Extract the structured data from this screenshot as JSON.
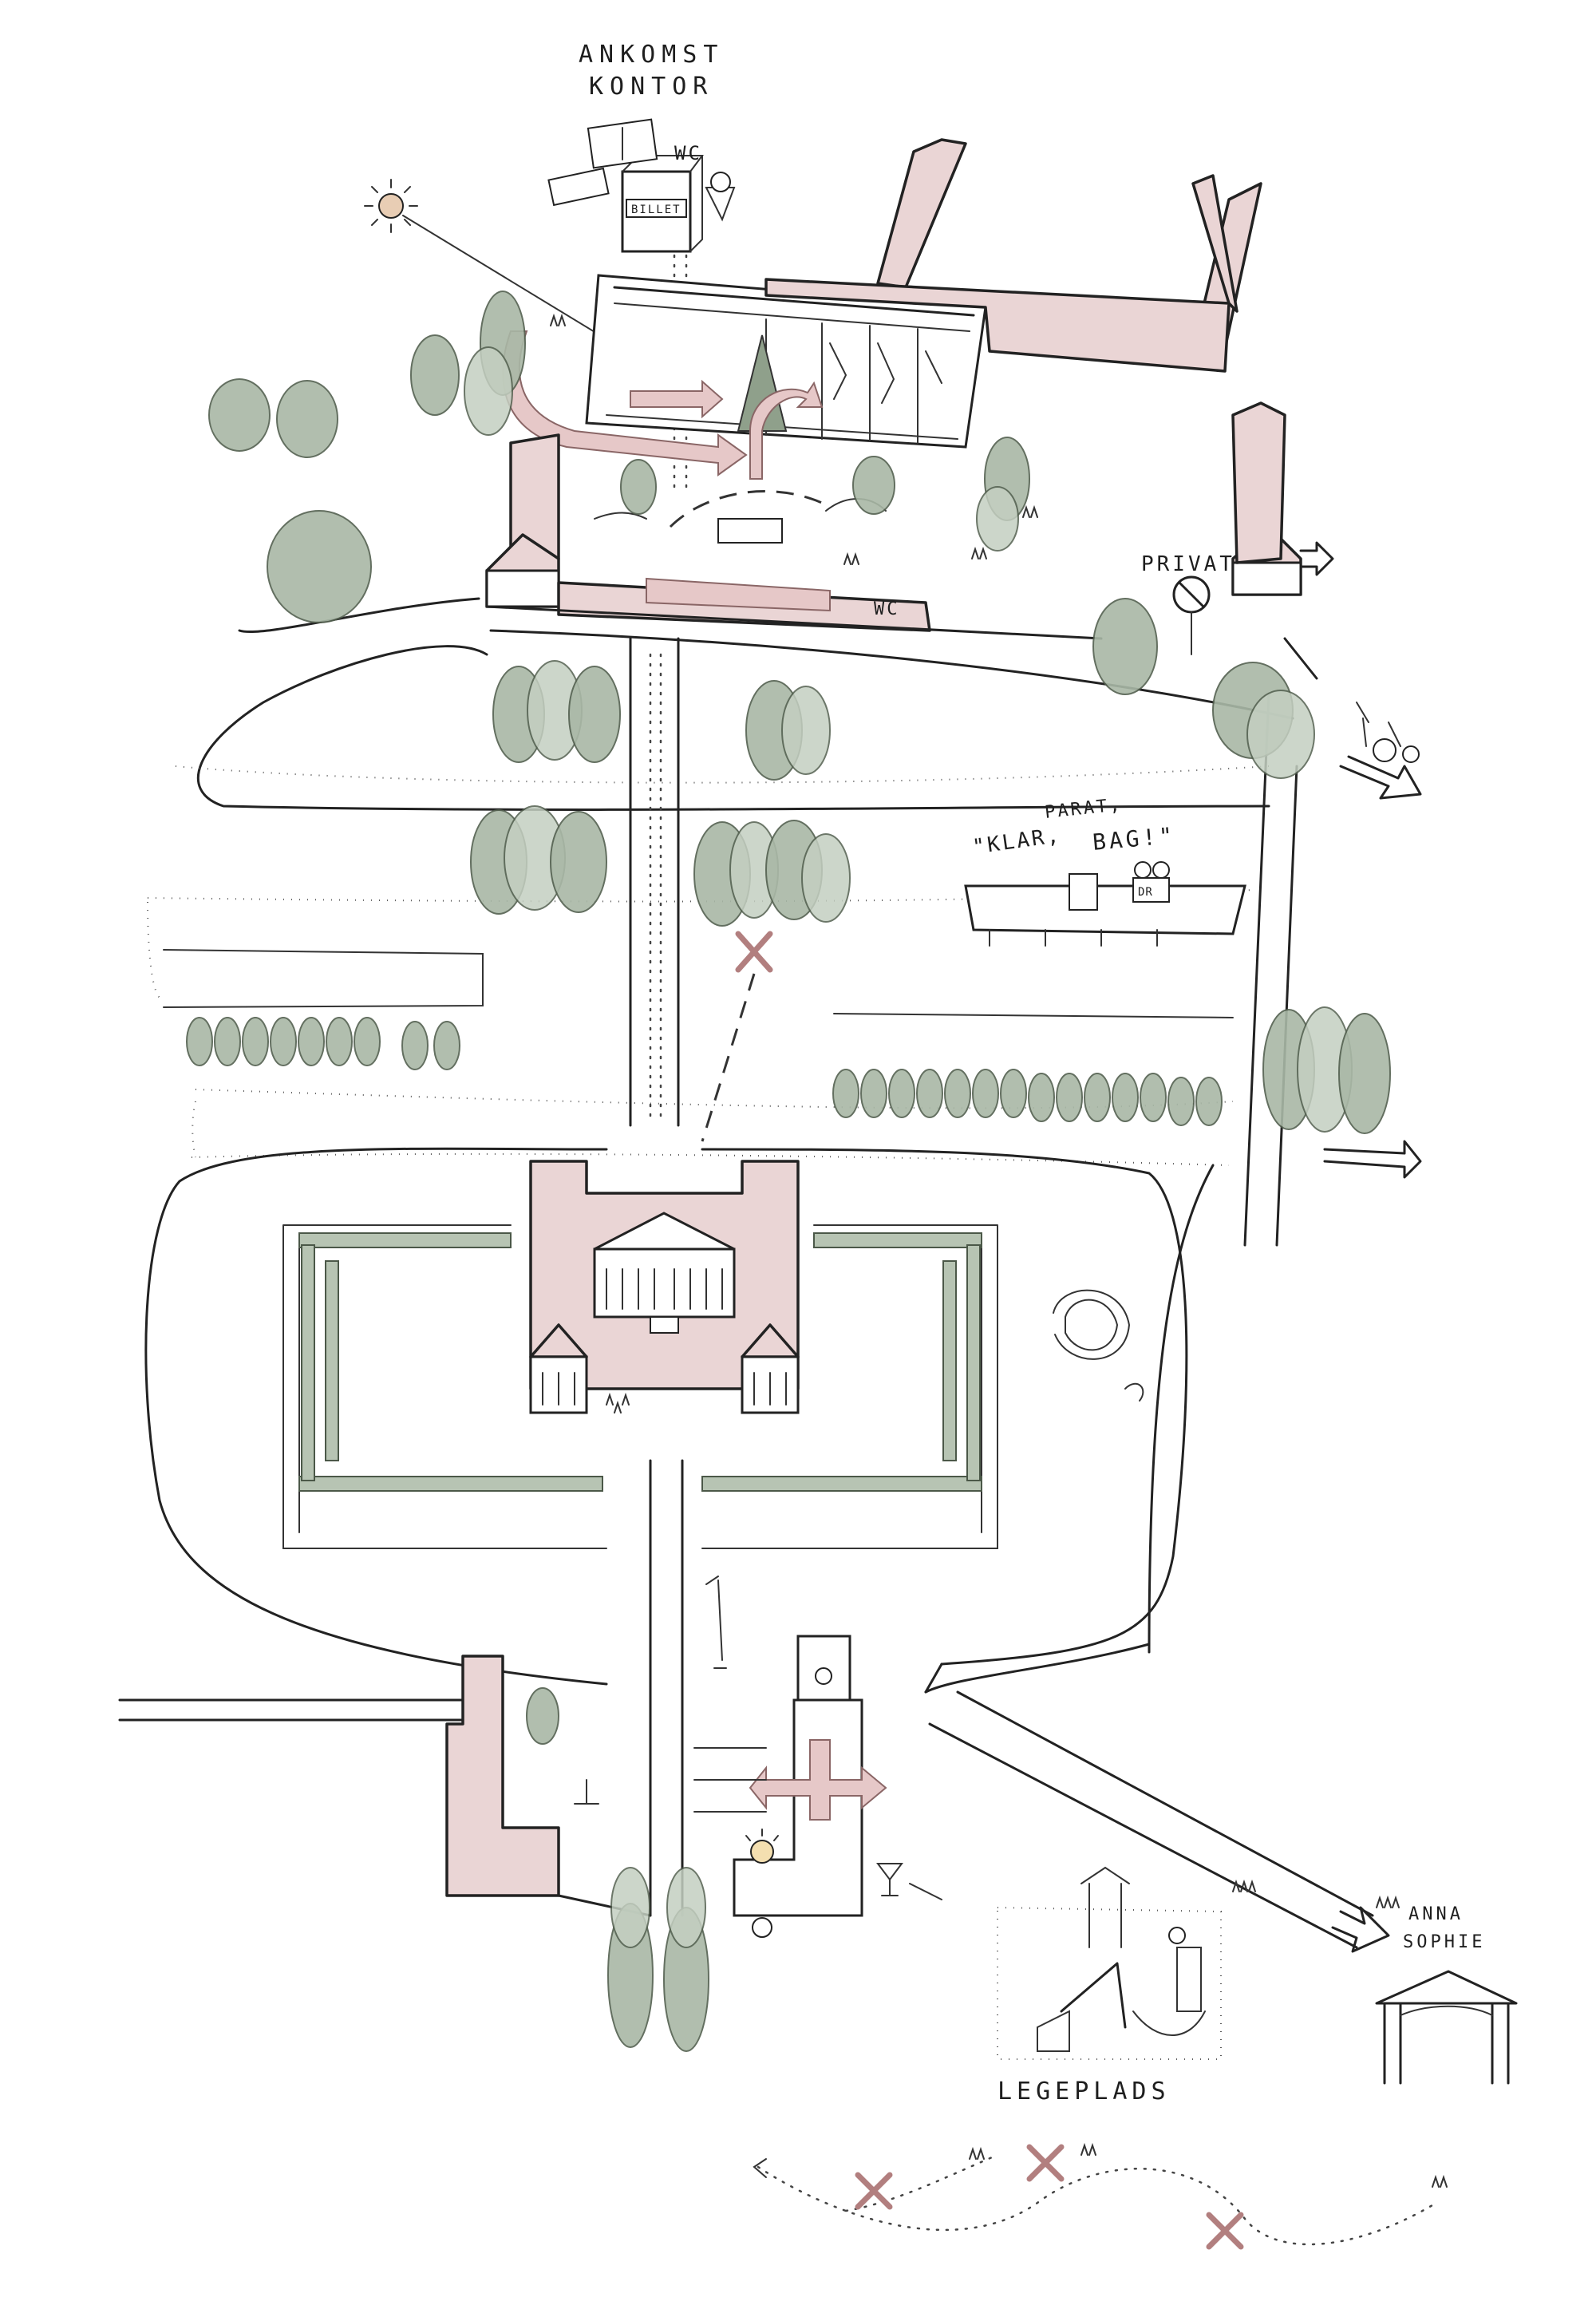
{
  "labels": {
    "arrival_line1": "ANKOMST",
    "arrival_line2": "KONTOR",
    "wc_top": "WC",
    "ticket_sign": "BILLET",
    "wc_bottom": "WC",
    "private": "PRIVAT",
    "film_word_1": "\"KLAR,",
    "film_word_2": "PARAT,",
    "film_word_3": "BAG!\"",
    "film_camera": "DR",
    "playground": "LEGEPLADS",
    "anna_sophie_1": "ANNA",
    "anna_sophie_2": "SOPHIE"
  },
  "colors": {
    "building_fill": "#ead5d5",
    "tree_fill": "#a9b8a6",
    "ink": "#222222",
    "route_cross": "#b27f7f",
    "sun": "#e8cdb4"
  },
  "icons": [
    "sun-icon",
    "ticket-icon",
    "map-leaflet-icon",
    "ice-cream-icon",
    "no-entry-sign-icon",
    "film-camera-icon",
    "cocktail-icon",
    "lightbulb-icon",
    "sculpture-icon",
    "exit-arrow-icon",
    "people-icon",
    "wheelchair-icon"
  ]
}
